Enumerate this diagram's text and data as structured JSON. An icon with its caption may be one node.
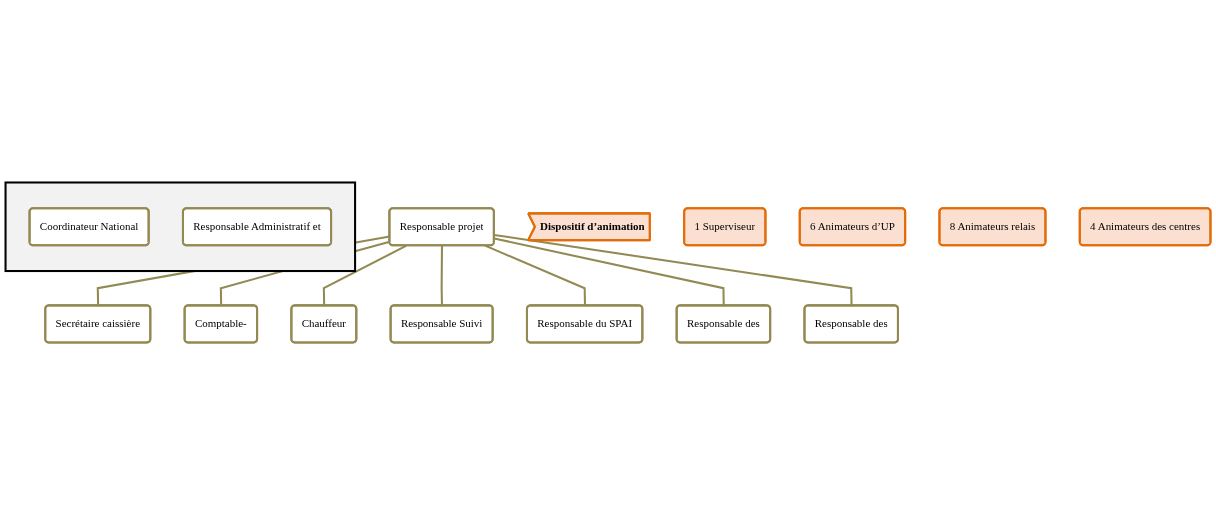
{
  "diagram": {
    "nodes": [
      {
        "text": [],
        "shape": "box"
      },
      {
        "text": [
          "Coordinateur National"
        ],
        "in": 0
      },
      {
        "text": [
          "Responsable Administratif et"
        ],
        "in": 0
      },
      {
        "text": [
          "Responsable projet"
        ]
      },
      {
        "text": [
          "Secrétaire caissière"
        ]
      },
      {
        "text": [
          "Comptable-"
        ]
      },
      {
        "text": [
          "Chauffeur"
        ]
      },
      {
        "text": [
          "Responsable Suivi"
        ]
      },
      {
        "text": [
          "Responsable du SPAI"
        ]
      },
      {
        "text": [
          "Responsable des"
        ]
      },
      {
        "text": [
          "Responsable des"
        ]
      },
      {
        "text": [
          "Dispositif d’animation"
        ]
      },
      {
        "text": [
          "1 Superviseur"
        ]
      },
      {
        "text": [
          "6 Animateurs d’UP"
        ]
      },
      {
        "text": [
          "8 Animateurs relais"
        ]
      },
      {
        "text": [
          "4 Animateurs des centres"
        ]
      }
    ],
    "edges": [
      {
        "from": 3,
        "to": 4,
        "arrow": "none"
      },
      {
        "from": 3,
        "to": 5,
        "arrow": "none"
      },
      {
        "from": 3,
        "to": 6,
        "arrow": "none"
      },
      {
        "from": 3,
        "to": 7,
        "arrow": "none"
      },
      {
        "from": 3,
        "to": 8,
        "arrow": "none"
      },
      {
        "from": 3,
        "to": 9,
        "arrow": "none"
      },
      {
        "from": 3,
        "to": 10,
        "arrow": "none"
      }
    ]
  }
}
